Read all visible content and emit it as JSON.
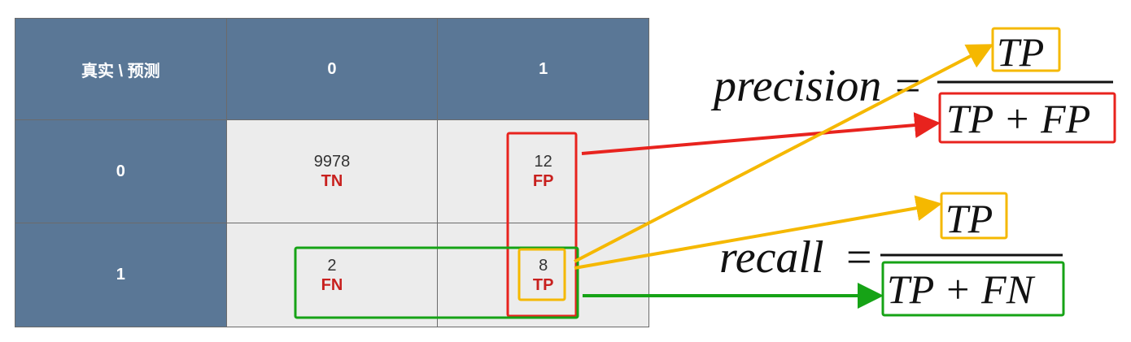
{
  "confusion_matrix": {
    "corner_label": "真实 \\ 预测",
    "col_headers": [
      "0",
      "1"
    ],
    "row_headers": [
      "0",
      "1"
    ],
    "cells": [
      [
        {
          "value": "9978",
          "label": "TN"
        },
        {
          "value": "12",
          "label": "FP"
        }
      ],
      [
        {
          "value": "2",
          "label": "FN"
        },
        {
          "value": "8",
          "label": "TP"
        }
      ]
    ]
  },
  "precision": {
    "name": "precision",
    "equals": "=",
    "numerator": "TP",
    "denominator": "TP + FP"
  },
  "recall": {
    "name": "recall",
    "equals": "=",
    "numerator": "TP",
    "denominator": "TP + FN"
  },
  "colors": {
    "header_bg": "#5a7796",
    "cell_bg": "#ececec",
    "label_red": "#c8201e",
    "highlight_red": "#e8231e",
    "highlight_green": "#16a316",
    "highlight_yellow": "#f5b800"
  }
}
